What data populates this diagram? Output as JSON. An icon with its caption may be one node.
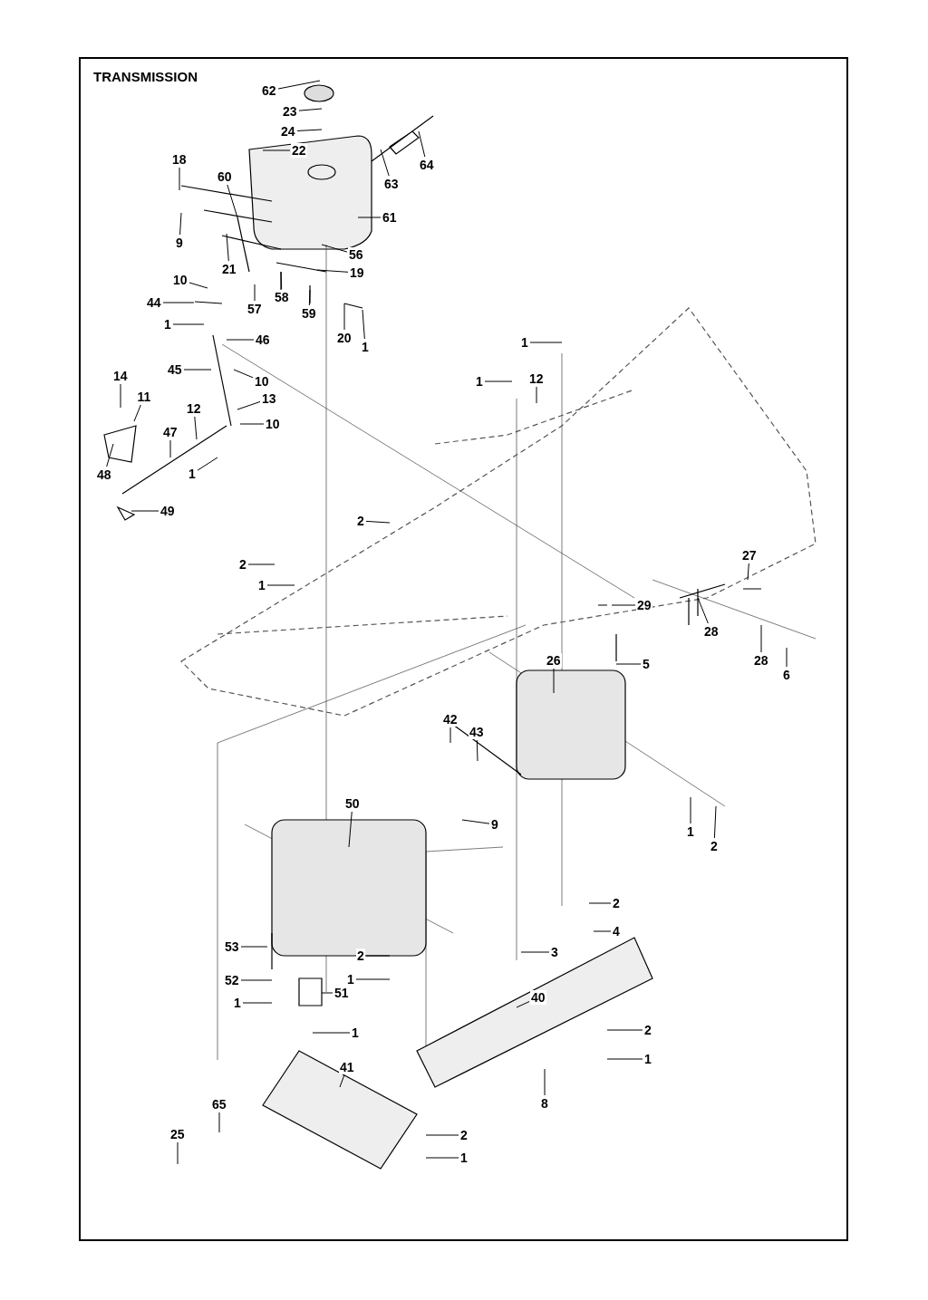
{
  "diagram": {
    "title": "TRANSMISSION",
    "nodes": [
      {
        "text": [
          "62"
        ]
      },
      {
        "text": [
          "23"
        ]
      },
      {
        "text": [
          "24"
        ]
      },
      {
        "text": [
          "22"
        ]
      },
      {
        "text": [
          "18"
        ]
      },
      {
        "text": [
          "64"
        ]
      },
      {
        "text": [
          "63"
        ]
      },
      {
        "text": [
          "60"
        ]
      },
      {
        "text": [
          "61"
        ]
      },
      {
        "text": [
          "9"
        ]
      },
      {
        "text": [
          "21"
        ]
      },
      {
        "text": [
          "56"
        ]
      },
      {
        "text": [
          "19"
        ]
      },
      {
        "text": [
          "10"
        ]
      },
      {
        "text": [
          "44"
        ]
      },
      {
        "text": [
          "57"
        ]
      },
      {
        "text": [
          "58"
        ]
      },
      {
        "text": [
          "59"
        ]
      },
      {
        "text": [
          "1"
        ]
      },
      {
        "text": [
          "20"
        ]
      },
      {
        "text": [
          "1"
        ]
      },
      {
        "text": [
          "46"
        ]
      },
      {
        "text": [
          "1"
        ]
      },
      {
        "text": [
          "45"
        ]
      },
      {
        "text": [
          "1"
        ]
      },
      {
        "text": [
          "12"
        ]
      },
      {
        "text": [
          "10"
        ]
      },
      {
        "text": [
          "14"
        ]
      },
      {
        "text": [
          "11"
        ]
      },
      {
        "text": [
          "13"
        ]
      },
      {
        "text": [
          "12"
        ]
      },
      {
        "text": [
          "10"
        ]
      },
      {
        "text": [
          "47"
        ]
      },
      {
        "text": [
          "48"
        ]
      },
      {
        "text": [
          "1"
        ]
      },
      {
        "text": [
          "49"
        ]
      },
      {
        "text": [
          "2"
        ]
      },
      {
        "text": [
          "2"
        ]
      },
      {
        "text": [
          "27"
        ]
      },
      {
        "text": [
          "1"
        ]
      },
      {
        "text": [
          "29"
        ]
      },
      {
        "text": [
          "28"
        ]
      },
      {
        "text": [
          "28"
        ]
      },
      {
        "text": [
          "6"
        ]
      },
      {
        "text": [
          "5"
        ]
      },
      {
        "text": [
          "26"
        ]
      },
      {
        "text": [
          "42"
        ]
      },
      {
        "text": [
          "43"
        ]
      },
      {
        "text": [
          "50"
        ]
      },
      {
        "text": [
          "9"
        ]
      },
      {
        "text": [
          "1"
        ]
      },
      {
        "text": [
          "2"
        ]
      },
      {
        "text": [
          "2"
        ]
      },
      {
        "text": [
          "4"
        ]
      },
      {
        "text": [
          "53"
        ]
      },
      {
        "text": [
          "3"
        ]
      },
      {
        "text": [
          "2"
        ]
      },
      {
        "text": [
          "1"
        ]
      },
      {
        "text": [
          "52"
        ]
      },
      {
        "text": [
          "51"
        ]
      },
      {
        "text": [
          "40"
        ]
      },
      {
        "text": [
          "1"
        ]
      },
      {
        "text": [
          "1"
        ]
      },
      {
        "text": [
          "2"
        ]
      },
      {
        "text": [
          "1"
        ]
      },
      {
        "text": [
          "41"
        ]
      },
      {
        "text": [
          "8"
        ]
      },
      {
        "text": [
          "65"
        ]
      },
      {
        "text": [
          "25"
        ]
      },
      {
        "text": [
          "2"
        ]
      },
      {
        "text": [
          "1"
        ]
      }
    ],
    "edges": [
      {
        "from": 0,
        "to": null,
        "arrow": "none"
      },
      {
        "from": 1,
        "to": null,
        "arrow": "none"
      },
      {
        "from": 2,
        "to": null,
        "arrow": "none"
      },
      {
        "from": 3,
        "to": null,
        "arrow": "none"
      },
      {
        "from": 4,
        "to": null,
        "arrow": "none"
      },
      {
        "from": 5,
        "to": null,
        "arrow": "none"
      },
      {
        "from": 6,
        "to": null,
        "arrow": "none"
      },
      {
        "from": 7,
        "to": null,
        "arrow": "none"
      },
      {
        "from": 8,
        "to": null,
        "arrow": "none"
      },
      {
        "from": 9,
        "to": null,
        "arrow": "none"
      },
      {
        "from": 10,
        "to": null,
        "arrow": "none"
      },
      {
        "from": 11,
        "to": null,
        "arrow": "none"
      },
      {
        "from": 12,
        "to": null,
        "arrow": "none"
      },
      {
        "from": 13,
        "to": null,
        "arrow": "none"
      },
      {
        "from": 14,
        "to": null,
        "arrow": "none"
      },
      {
        "from": 15,
        "to": null,
        "arrow": "none"
      },
      {
        "from": 16,
        "to": null,
        "arrow": "none"
      },
      {
        "from": 17,
        "to": null,
        "arrow": "none"
      },
      {
        "from": 18,
        "to": null,
        "arrow": "none"
      },
      {
        "from": 19,
        "to": null,
        "arrow": "none"
      },
      {
        "from": 20,
        "to": null,
        "arrow": "none"
      },
      {
        "from": 21,
        "to": null,
        "arrow": "none"
      },
      {
        "from": 22,
        "to": null,
        "arrow": "none"
      },
      {
        "from": 23,
        "to": null,
        "arrow": "none"
      },
      {
        "from": 24,
        "to": null,
        "arrow": "none"
      },
      {
        "from": 25,
        "to": null,
        "arrow": "none"
      },
      {
        "from": 26,
        "to": null,
        "arrow": "none"
      },
      {
        "from": 27,
        "to": null,
        "arrow": "none"
      },
      {
        "from": 28,
        "to": null,
        "arrow": "none"
      },
      {
        "from": 29,
        "to": null,
        "arrow": "none"
      },
      {
        "from": 30,
        "to": null,
        "arrow": "none"
      },
      {
        "from": 31,
        "to": null,
        "arrow": "none"
      },
      {
        "from": 32,
        "to": null,
        "arrow": "none"
      },
      {
        "from": 33,
        "to": null,
        "arrow": "none"
      },
      {
        "from": 34,
        "to": null,
        "arrow": "none"
      },
      {
        "from": 35,
        "to": null,
        "arrow": "none"
      },
      {
        "from": 36,
        "to": null,
        "arrow": "none"
      },
      {
        "from": 37,
        "to": null,
        "arrow": "none"
      },
      {
        "from": 38,
        "to": null,
        "arrow": "none"
      },
      {
        "from": 39,
        "to": null,
        "arrow": "none"
      },
      {
        "from": 40,
        "to": null,
        "arrow": "none"
      },
      {
        "from": 41,
        "to": null,
        "arrow": "none"
      },
      {
        "from": 42,
        "to": null,
        "arrow": "none"
      },
      {
        "from": 43,
        "to": null,
        "arrow": "none"
      },
      {
        "from": 44,
        "to": null,
        "arrow": "none"
      },
      {
        "from": 45,
        "to": null,
        "arrow": "none"
      },
      {
        "from": 46,
        "to": null,
        "arrow": "none"
      },
      {
        "from": 47,
        "to": null,
        "arrow": "none"
      },
      {
        "from": 48,
        "to": null,
        "arrow": "none"
      },
      {
        "from": 49,
        "to": null,
        "arrow": "none"
      },
      {
        "from": 50,
        "to": null,
        "arrow": "none"
      },
      {
        "from": 51,
        "to": null,
        "arrow": "none"
      },
      {
        "from": 52,
        "to": null,
        "arrow": "none"
      },
      {
        "from": 53,
        "to": null,
        "arrow": "none"
      },
      {
        "from": 54,
        "to": null,
        "arrow": "none"
      },
      {
        "from": 55,
        "to": null,
        "arrow": "none"
      },
      {
        "from": 56,
        "to": null,
        "arrow": "none"
      },
      {
        "from": 57,
        "to": null,
        "arrow": "none"
      },
      {
        "from": 58,
        "to": null,
        "arrow": "none"
      },
      {
        "from": 59,
        "to": null,
        "arrow": "none"
      },
      {
        "from": 60,
        "to": null,
        "arrow": "none"
      },
      {
        "from": 61,
        "to": null,
        "arrow": "none"
      },
      {
        "from": 62,
        "to": null,
        "arrow": "none"
      },
      {
        "from": 63,
        "to": null,
        "arrow": "none"
      },
      {
        "from": 64,
        "to": null,
        "arrow": "none"
      },
      {
        "from": 65,
        "to": null,
        "arrow": "none"
      },
      {
        "from": 66,
        "to": null,
        "arrow": "none"
      },
      {
        "from": 67,
        "to": null,
        "arrow": "none"
      },
      {
        "from": 68,
        "to": null,
        "arrow": "none"
      },
      {
        "from": 69,
        "to": null,
        "arrow": "none"
      },
      {
        "from": 70,
        "to": null,
        "arrow": "none"
      }
    ]
  }
}
